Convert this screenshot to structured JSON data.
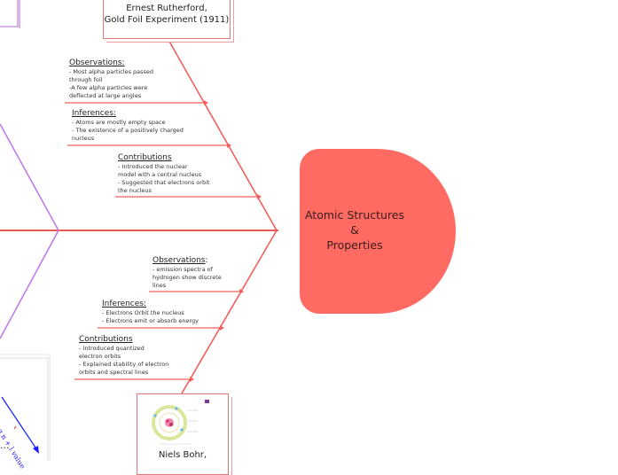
{
  "head": {
    "title": "Atomic Structures\n&\nProperties",
    "color": "#ff6b63"
  },
  "rutherford": {
    "title": "Ernest Rutherford,\nGold Foil Experiment (1911)",
    "observations": {
      "heading": "Observations:",
      "lines": [
        "- Most alpha particles passed\nthrough foil",
        "-A few alpha particles were\ndeflected at large angles"
      ]
    },
    "inferences": {
      "heading": "Inferences:",
      "lines": [
        "- Atoms are mostly empty space",
        "- The existence of a positively charged\nnucleus"
      ]
    },
    "contributions": {
      "heading": "Contributions",
      "lines": [
        "- Introduced the nuclear\nmodel with a central nucleus",
        "- Suggested that electrons orbit\nthe nucleus"
      ]
    }
  },
  "bohr": {
    "title": "Niels Bohr,",
    "observations": {
      "heading": "Observations",
      "suffix": ":",
      "lines": [
        "- emission spectra of\nhydrogen show discrete\nlines"
      ]
    },
    "inferences": {
      "heading": "Inferences:",
      "lines": [
        "- Electrons Orbit the nucleus",
        "- Electrons emit or absorb energy"
      ]
    },
    "contributions": {
      "heading": "Contributions",
      "lines": [
        "- Introduced quantized\nelectron orbits",
        "- Explained stability of electron\norbits and spectral lines"
      ]
    }
  },
  "side": {
    "arrow_label": "asing n + l value",
    "ellipsis": "..."
  },
  "colors": {
    "branch": "#f0605a",
    "spine": "#e85a55",
    "purple": "#c27ae8",
    "arrow": "#1a1aff"
  }
}
